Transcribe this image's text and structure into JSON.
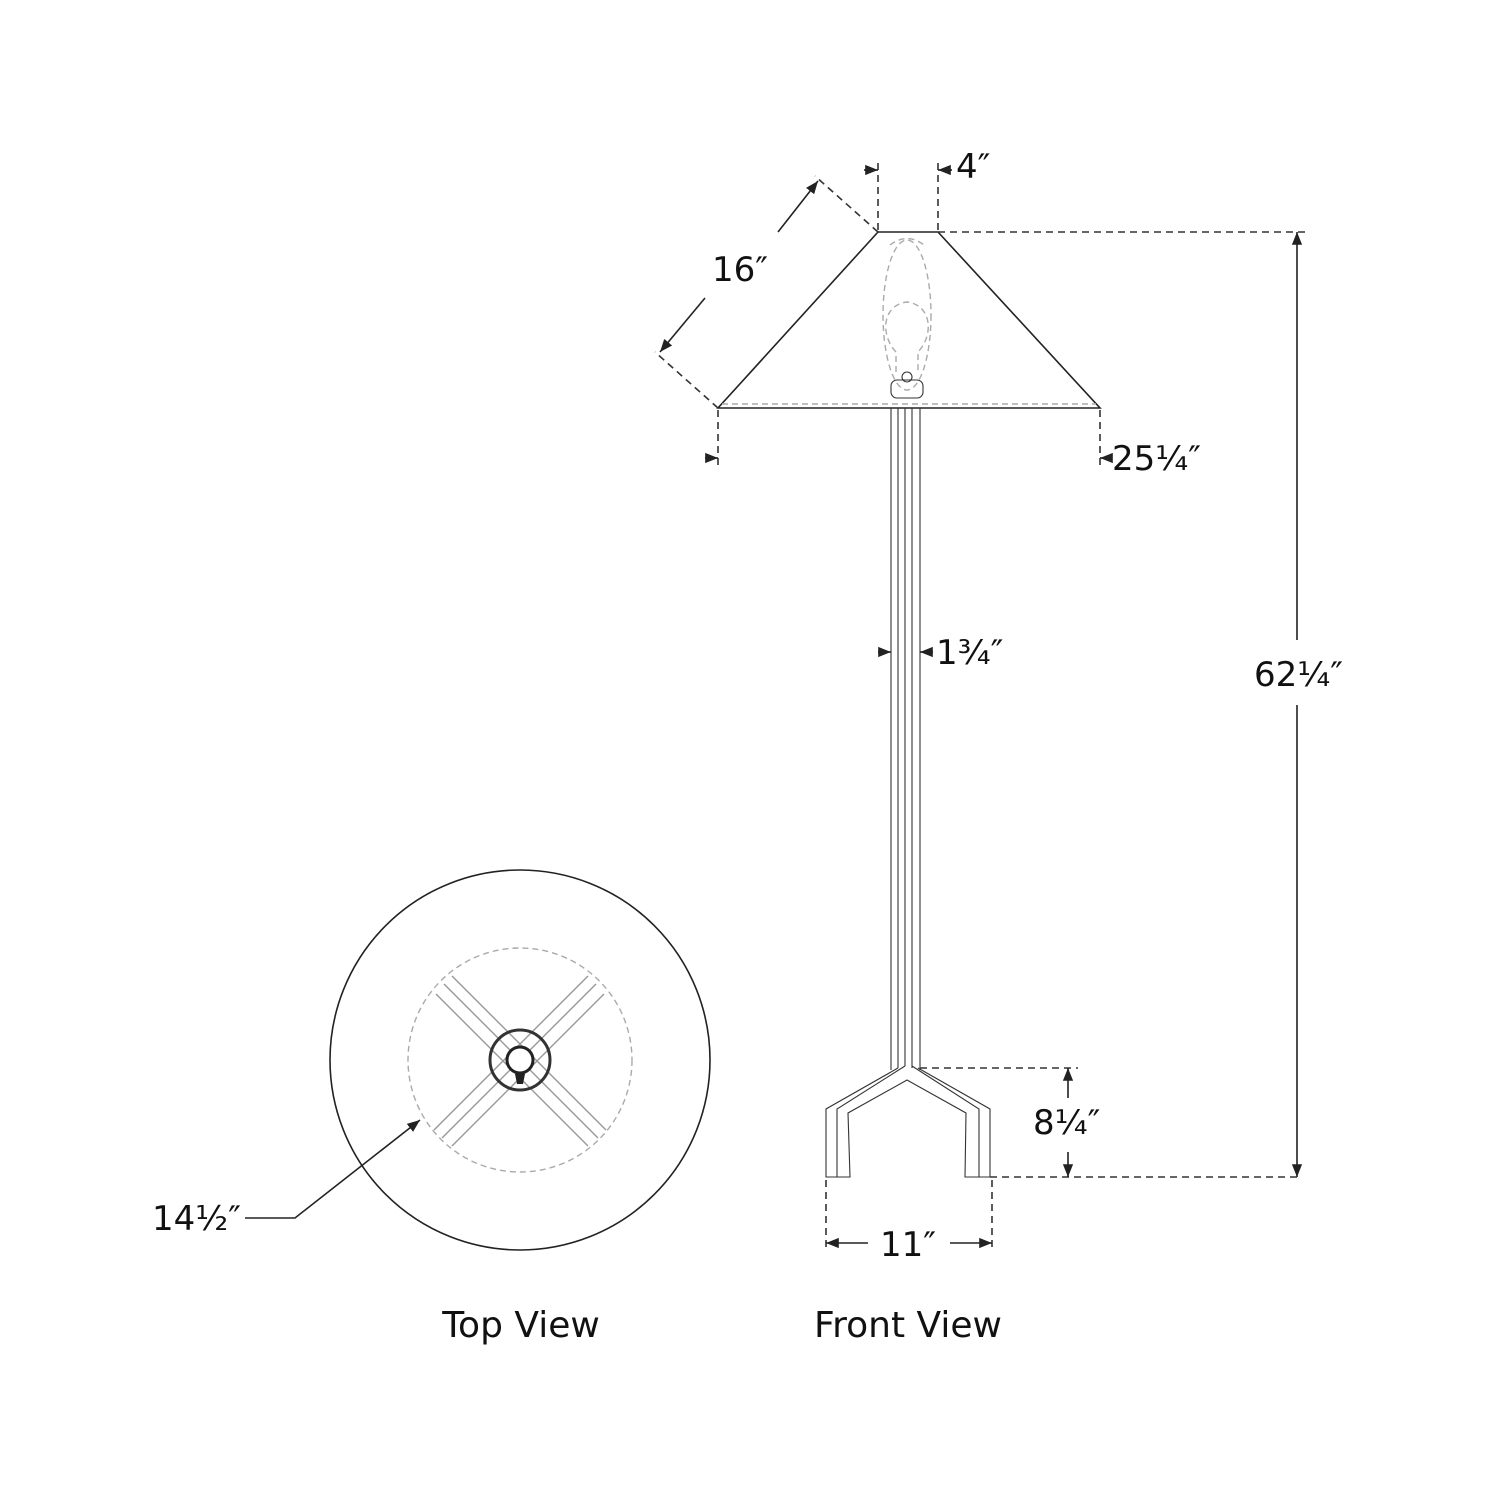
{
  "dimensions": {
    "shade_top_diameter": "4″",
    "shade_slant_height": "16″",
    "shade_bottom_diameter": "25¼″",
    "stem_width": "1¾″",
    "overall_height": "62¼″",
    "base_height": "8¼″",
    "base_width": "11″",
    "top_view_diameter": "14½″"
  },
  "captions": {
    "top_view": "Top View",
    "front_view": "Front View"
  },
  "colors": {
    "line": "#222222",
    "hidden_line": "#aaaaaa"
  }
}
